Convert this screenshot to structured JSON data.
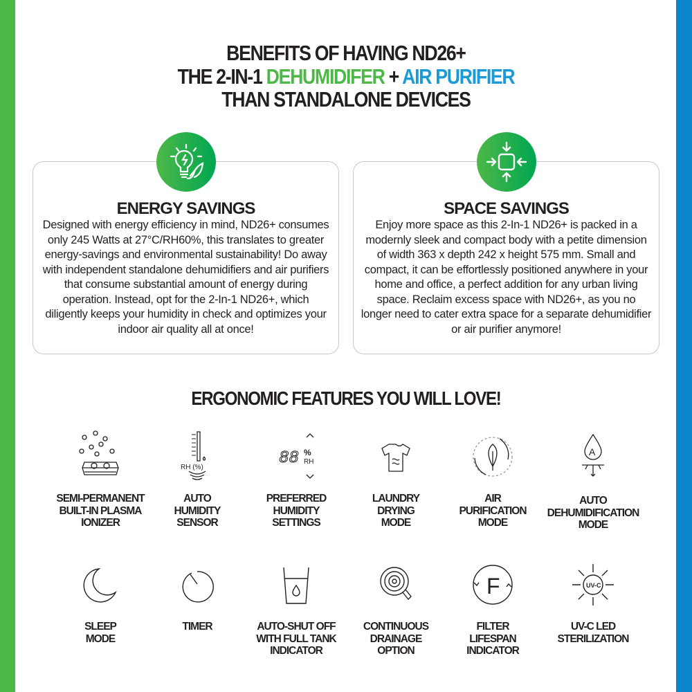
{
  "colors": {
    "green": "#4db848",
    "blue": "#0a87cc",
    "text": "#231f20"
  },
  "title": {
    "line1": "BENEFITS OF HAVING ND26+",
    "line2_prefix": "THE 2-IN-1 ",
    "line2_green": "DEHUMIDIFER",
    "line2_plus": " + ",
    "line2_blue": "AIR PURIFIER",
    "line3": "THAN STANDALONE DEVICES"
  },
  "cards": [
    {
      "icon": "lightbulb-leaf-icon",
      "heading": "ENERGY SAVINGS",
      "body": "Designed with energy efficiency in mind, ND26+ consumes only 245 Watts at 27°C/RH60%, this translates to greater energy-savings and environmental sustainability! Do away with independent standalone dehumidifiers and air purifiers that consume substantial amount of energy during operation. Instead, opt for the 2-In-1 ND26+, which diligently keeps your humidity in check and optimizes your indoor air quality all at once!"
    },
    {
      "icon": "compress-square-icon",
      "heading": "SPACE SAVINGS",
      "body": "Enjoy more space as this 2-In-1 ND26+ is packed in a modernly sleek and compact body with a petite dimension of width 363 x depth 242 x height 575 mm. Small and compact, it can be effortlessly positioned anywhere in your home and office, a perfect addition for any urban living space. Reclaim excess space with ND26+, as you no longer need to cater extra space for a separate dehumidifier or air purifier anymore!"
    }
  ],
  "features_heading": "ERGONOMIC FEATURES YOU WILL LOVE!",
  "features": [
    {
      "icon": "plasma-ionizer-icon",
      "label": "SEMI-PERMANENT\nBUILT-IN PLASMA\nIONIZER"
    },
    {
      "icon": "humidity-sensor-icon",
      "label": "AUTO\nHUMIDITY\nSENSOR",
      "icon_text": "RH (%)"
    },
    {
      "icon": "humidity-display-icon",
      "label": "PREFERRED\nHUMIDITY\nSETTINGS",
      "icon_text": "88"
    },
    {
      "icon": "tshirt-icon",
      "label": "LAUNDRY\nDRYING\nMODE"
    },
    {
      "icon": "leaf-cycle-icon",
      "label": "AIR\nPURIFICATION\nMODE"
    },
    {
      "icon": "auto-drop-icon",
      "label": "AUTO\nDEHUMIDIFICATION\nMODE"
    },
    {
      "icon": "moon-icon",
      "label": "SLEEP\nMODE"
    },
    {
      "icon": "timer-icon",
      "label": "TIMER"
    },
    {
      "icon": "full-tank-icon",
      "label": "AUTO-SHUT OFF\nWITH FULL TANK\nINDICATOR"
    },
    {
      "icon": "drain-hose-icon",
      "label": "CONTINUOUS\nDRAINAGE\nOPTION"
    },
    {
      "icon": "filter-icon",
      "label": "FILTER\nLIFESPAN\nINDICATOR",
      "icon_text": "F"
    },
    {
      "icon": "uvc-led-icon",
      "label": "UV-C LED\nSTERILIZATION",
      "icon_text": "UV-C"
    }
  ]
}
